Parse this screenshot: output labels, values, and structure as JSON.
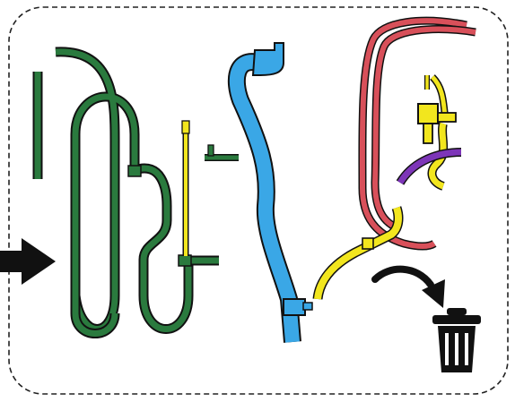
{
  "diagram": {
    "panel": {
      "border_style": "dashed",
      "border_color": "#222222"
    },
    "colors": {
      "outline": "#111111",
      "green": "#2a7a3e",
      "yellow": "#f2e61e",
      "blue": "#3aa7e6",
      "red": "#d8505a",
      "purple": "#7d35b8",
      "black": "#111111"
    },
    "components": [
      {
        "id": "green-tubing-set",
        "color": "green"
      },
      {
        "id": "yellow-line-in-green-set",
        "color": "yellow"
      },
      {
        "id": "small-connector",
        "color": "green"
      },
      {
        "id": "blue-corrugated-tube",
        "color": "blue"
      },
      {
        "id": "red-tubing",
        "color": "red"
      },
      {
        "id": "yellow-t-connector",
        "color": "yellow"
      },
      {
        "id": "purple-tube",
        "color": "purple"
      },
      {
        "id": "yellow-tubing",
        "color": "yellow"
      }
    ],
    "icons": {
      "arrow": "arrow-right-icon",
      "curved_arrow": "curved-arrow-icon",
      "trash": "trash-can-icon"
    }
  }
}
